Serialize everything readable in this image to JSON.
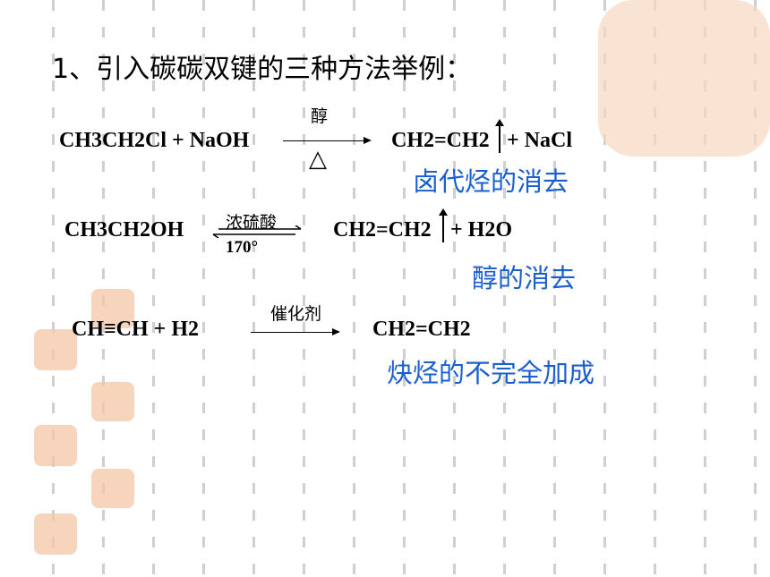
{
  "title": "1、引入碳碳双键的三种方法举例：",
  "equations": [
    {
      "reactants": "CH3CH2Cl + NaOH",
      "above": "醇",
      "below": "△",
      "product1": "CH2=CH2",
      "product2": "+ NaCl",
      "note": "卤代烃的消去"
    },
    {
      "reactants": "CH3CH2OH",
      "above": "浓硫酸",
      "below": "170°",
      "product1": "CH2=CH2",
      "product2": "+ H2O",
      "note": "醇的消去"
    },
    {
      "reactants": "CH≡CH +  H2",
      "above": "催化剂",
      "product1": "CH2=CH2",
      "note": "炔烃的不完全加成"
    }
  ],
  "colors": {
    "note": "#1a5fd0",
    "seal": "#f3c7a5"
  }
}
